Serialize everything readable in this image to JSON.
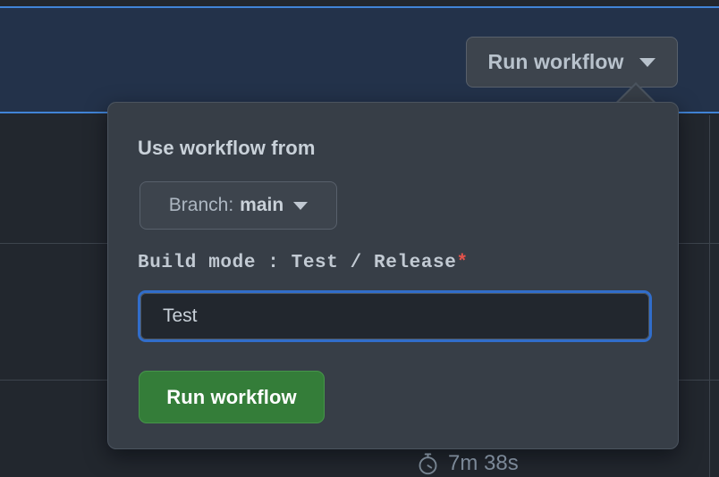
{
  "window": {
    "background_color": "#22272e",
    "banner_color": "#23324a",
    "banner_border_color": "#4184d6"
  },
  "toolbar": {
    "run_workflow_button": {
      "label": "Run workflow",
      "icon": "chevron-down-icon"
    }
  },
  "popover": {
    "title": "Use workflow from",
    "branch_selector": {
      "prefix": "Branch:",
      "branch": "main",
      "icon": "chevron-down-icon"
    },
    "input_field": {
      "label": "Build mode : Test / Release",
      "required_marker": "*",
      "required_color": "#e5534b",
      "value": "Test",
      "placeholder": "Build mode : Test / Release",
      "focused": true,
      "focus_ring_color": "#316dca"
    },
    "submit_button": {
      "label": "Run workflow",
      "color": "#347d39"
    }
  },
  "status": {
    "duration": "7m 38s",
    "duration_icon": "stopwatch-icon"
  }
}
